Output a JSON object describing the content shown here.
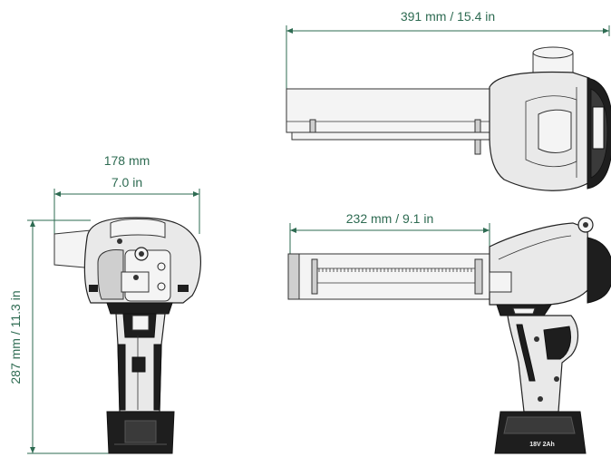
{
  "dimensions": {
    "overall_length": "391 mm / 15.4 in",
    "cartridge_length": "232 mm / 9.1 in",
    "width_mm": "178 mm",
    "width_in": "7.0 in",
    "height": "287 mm / 11.3 in"
  },
  "battery": {
    "label": "18V 2Ah"
  },
  "colors": {
    "dimension": "#2e6b52",
    "tool_outline": "#222222",
    "tool_fill": "#e9e9e9",
    "tool_dark": "#1e1e1e"
  }
}
